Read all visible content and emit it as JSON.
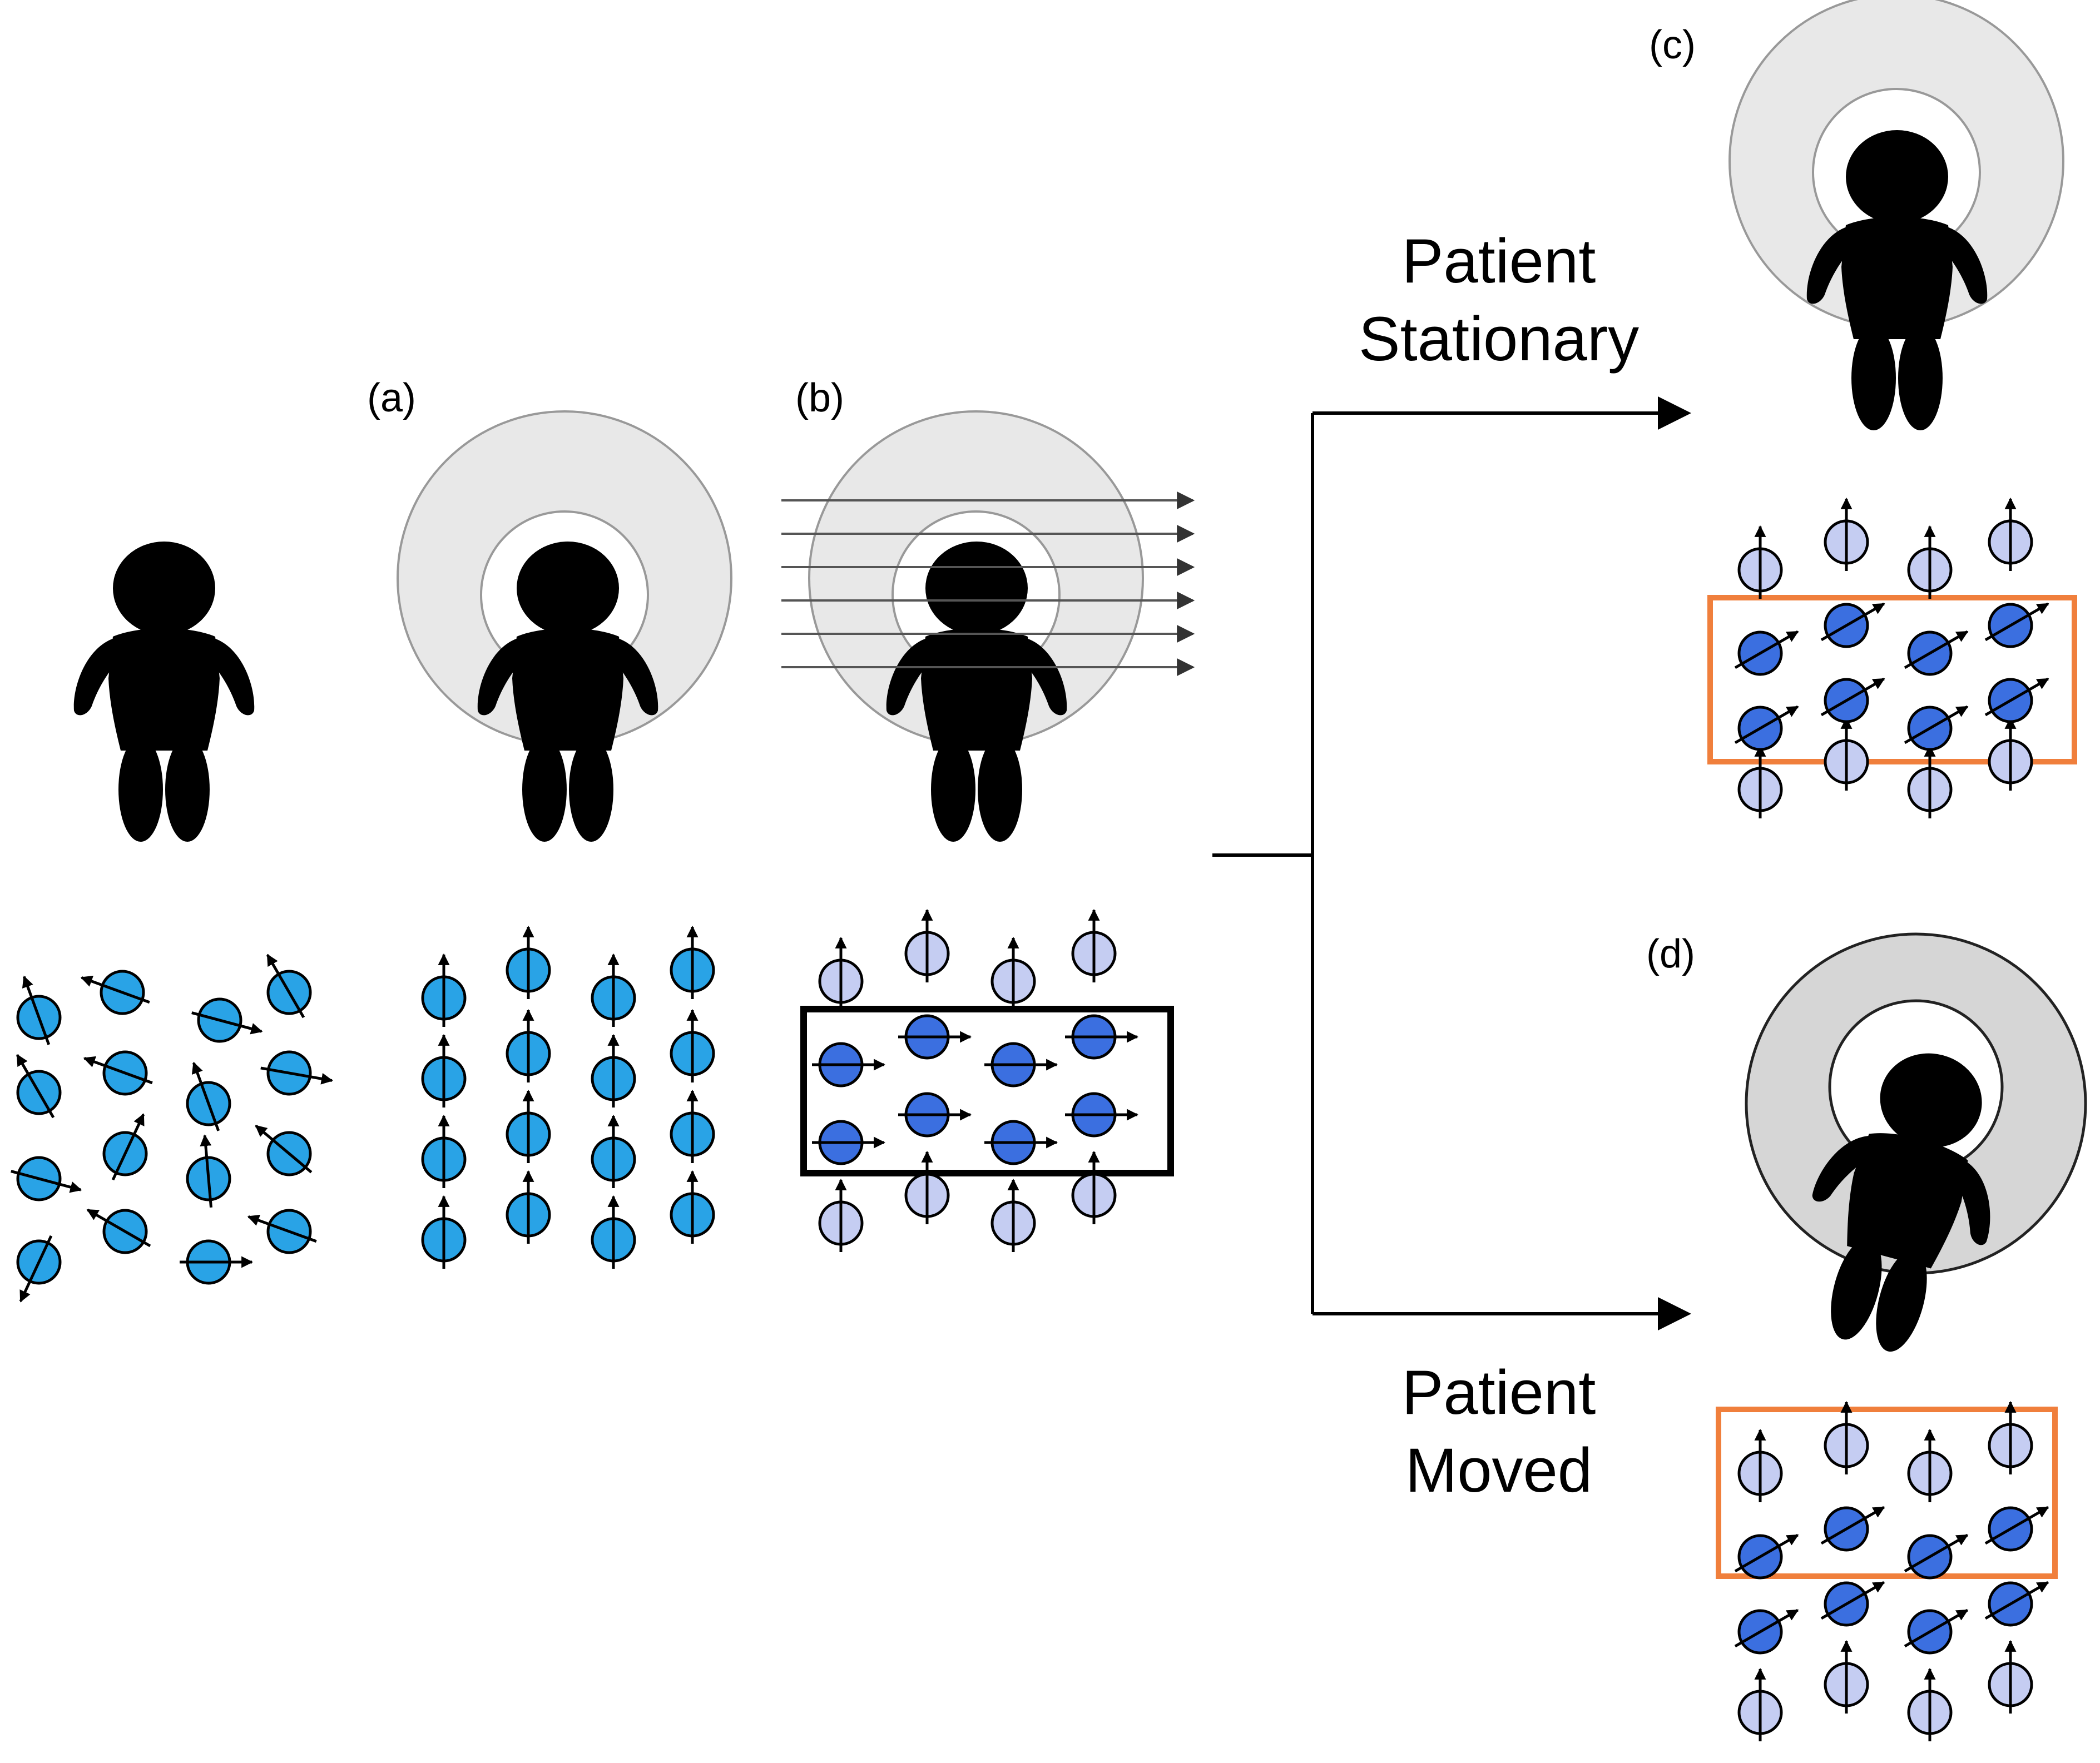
{
  "panels": {
    "a": {
      "label": "(a)"
    },
    "b": {
      "label": "(b)"
    },
    "c": {
      "label": "(c)"
    },
    "d": {
      "label": "(d)"
    }
  },
  "outcomes": {
    "stationary": {
      "line1": "Patient",
      "line2": "Stationary"
    },
    "moved": {
      "line1": "Patient",
      "line2": "Moved"
    }
  },
  "colors": {
    "background": "#ffffff",
    "silhouette": "#000000",
    "spin_aligned": "#29a3e6",
    "spin_excited": "#3b6fe0",
    "spin_faded": "#c5cdf2",
    "scanner_ring_light": "#e8e8e8",
    "scanner_ring_dark": "#d6d6d6",
    "selected_slice_box": "#f07f3c",
    "slice_box": "#000000",
    "rf_lines": "#555555"
  },
  "icons": [
    "patient-silhouette-icon",
    "scanner-ring-icon",
    "spin-icon",
    "arrow-icon"
  ]
}
